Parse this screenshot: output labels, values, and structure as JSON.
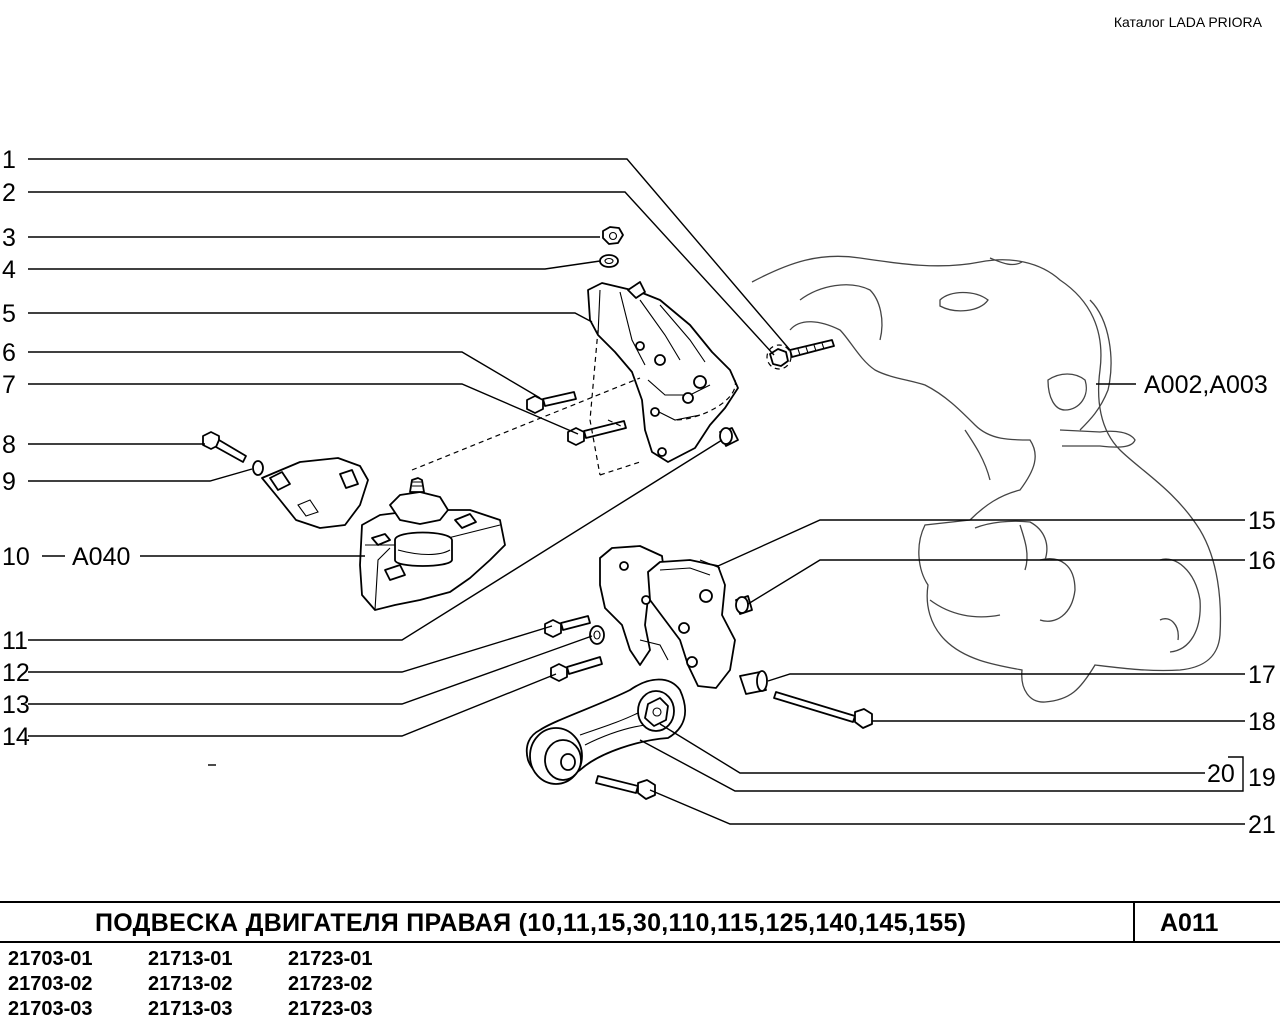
{
  "header": {
    "catalog": "Каталог  LADA  PRIORA"
  },
  "callouts": {
    "c1": "1",
    "c2": "2",
    "c3": "3",
    "c4": "4",
    "c5": "5",
    "c6": "6",
    "c7": "7",
    "c8": "8",
    "c9": "9",
    "c10": "10",
    "c11": "11",
    "c12": "12",
    "c13": "13",
    "c14": "14",
    "c15": "15",
    "c16": "16",
    "c17": "17",
    "c18": "18",
    "c19": "19",
    "c20": "20",
    "c21": "21"
  },
  "references": {
    "engine": "A002,A003",
    "mount": "A040"
  },
  "footer": {
    "title": "ПОДВЕСКА   ДВИГАТЕЛЯ   ПРАВАЯ (10,11,15,30,110,115,125,140,145,155)",
    "code": "A011",
    "models": [
      [
        "21703-01",
        "21713-01",
        "21723-01"
      ],
      [
        "21703-02",
        "21713-02",
        "21723-02"
      ],
      [
        "21703-03",
        "21713-03",
        "21723-03"
      ]
    ]
  }
}
